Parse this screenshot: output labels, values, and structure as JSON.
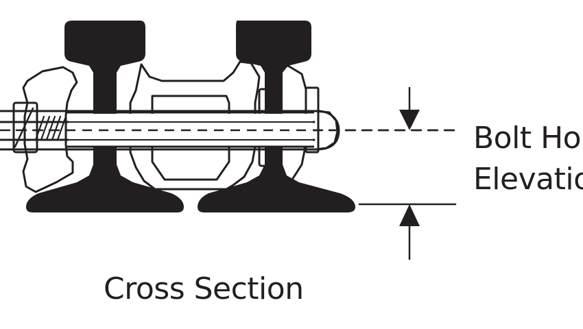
{
  "labels": {
    "dimension_line1": "Bolt Hole",
    "dimension_line2": "Elevation",
    "caption": "Cross Section"
  },
  "colors": {
    "ink": "#231f20",
    "background": "#ffffff"
  }
}
